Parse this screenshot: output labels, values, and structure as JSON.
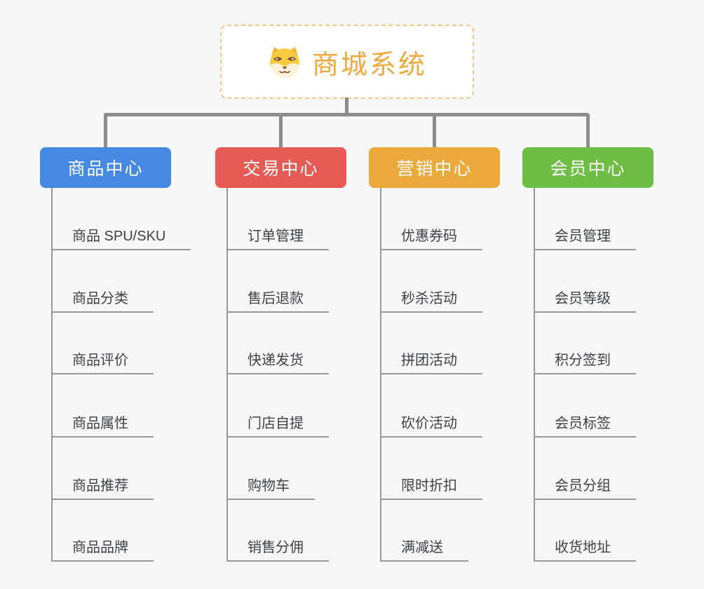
{
  "root": {
    "title": "商城系统",
    "icon": "shiba-dog-icon",
    "accent_color": "#F0A93E",
    "border_color": "#F3C887"
  },
  "connector_color": "#8C8C8C",
  "branches": [
    {
      "label": "商品中心",
      "color": "#4589E5",
      "children": [
        "商品 SPU/SKU",
        "商品分类",
        "商品评价",
        "商品属性",
        "商品推荐",
        "商品品牌"
      ]
    },
    {
      "label": "交易中心",
      "color": "#E65B55",
      "children": [
        "订单管理",
        "售后退款",
        "快递发货",
        "门店自提",
        "购物车",
        "销售分佣"
      ]
    },
    {
      "label": "营销中心",
      "color": "#EBA93B",
      "children": [
        "优惠券码",
        "秒杀活动",
        "拼团活动",
        "砍价活动",
        "限时折扣",
        "满减送"
      ]
    },
    {
      "label": "会员中心",
      "color": "#6EBE45",
      "children": [
        "会员管理",
        "会员等级",
        "积分签到",
        "会员标签",
        "会员分组",
        "收货地址"
      ]
    }
  ]
}
